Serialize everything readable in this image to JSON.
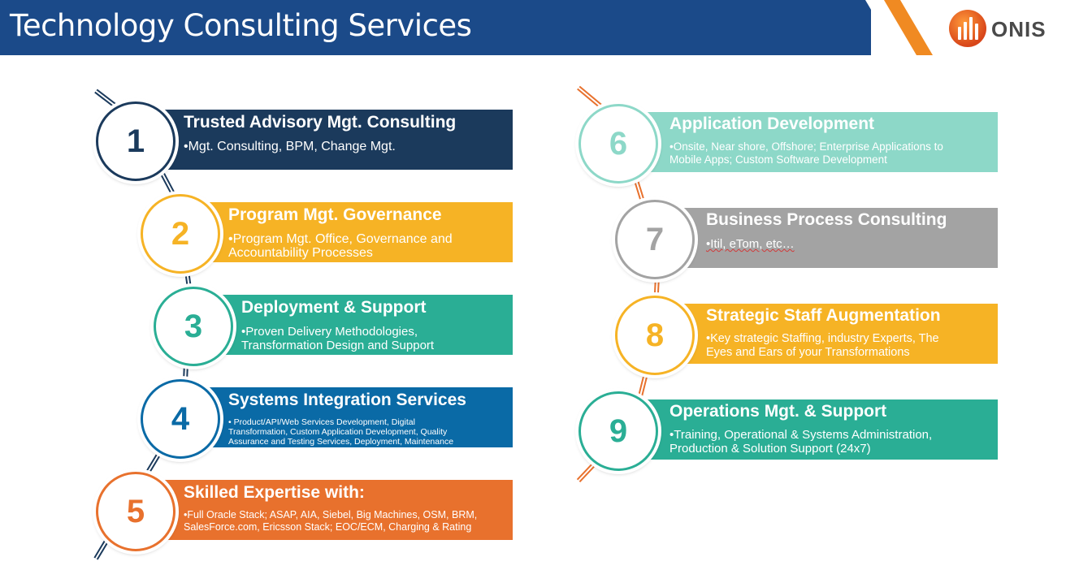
{
  "header": {
    "title": "Technology Consulting Services"
  },
  "logo": {
    "name": "orange-bars-logo-icon",
    "text": "ONIS"
  },
  "colors": {
    "navy": "#1b3a5c",
    "amber": "#f6b325",
    "teal": "#2aae95",
    "blue": "#0a6aa6",
    "orange": "#e8712d",
    "mint": "#8dd8c8",
    "gray": "#a3a3a3",
    "bar_blue": "#1b4a89",
    "stripe_orange": "#f08a22"
  },
  "items": [
    {
      "number": "1",
      "title": "Trusted Advisory Mgt. Consulting",
      "desc": "•Mgt. Consulting, BPM, Change Mgt.",
      "color": "#1b3a5c"
    },
    {
      "number": "2",
      "title": "Program Mgt. Governance",
      "desc": "•Program Mgt. Office, Governance and\n  Accountability Processes",
      "color": "#f6b325"
    },
    {
      "number": "3",
      "title": "Deployment & Support",
      "desc": "•Proven Delivery Methodologies,\n  Transformation Design and Support",
      "color": "#2aae95"
    },
    {
      "number": "4",
      "title": "Systems Integration Services",
      "desc": "• Product/API/Web Services Development, Digital\n  Transformation, Custom Application Development, Quality\n  Assurance and Testing Services, Deployment, Maintenance",
      "color": "#0a6aa6"
    },
    {
      "number": "5",
      "title": "Skilled Expertise with:",
      "desc": "•Full Oracle Stack; ASAP, AIA, Siebel, Big Machines, OSM, BRM,\n  SalesForce.com, Ericsson Stack; EOC/ECM, Charging & Rating",
      "color": "#e8712d"
    },
    {
      "number": "6",
      "title": "Application Development",
      "desc": "•Onsite, Near shore, Offshore; Enterprise Applications to\n  Mobile Apps; Custom Software Development",
      "color": "#8dd8c8"
    },
    {
      "number": "7",
      "title": "Business Process Consulting",
      "desc": "•Itil, eTom, etc…",
      "color": "#a3a3a3"
    },
    {
      "number": "8",
      "title": "Strategic Staff Augmentation",
      "desc": "•Key strategic Staffing, industry Experts, The\n  Eyes and Ears of your Transformations",
      "color": "#f6b325"
    },
    {
      "number": "9",
      "title": "Operations Mgt. & Support",
      "desc": "•Training, Operational & Systems Administration,\n  Production & Solution Support (24x7)",
      "color": "#2aae95"
    }
  ]
}
